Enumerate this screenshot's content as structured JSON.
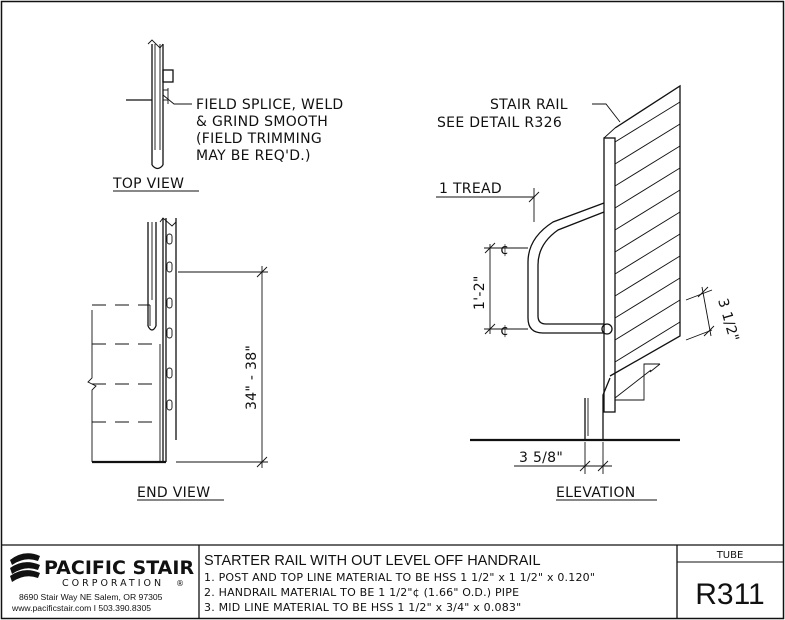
{
  "views": {
    "top_view": "TOP VIEW",
    "end_view": "END VIEW",
    "elevation": "ELEVATION"
  },
  "callouts": {
    "field_splice": [
      "FIELD SPLICE, WELD",
      "& GRIND SMOOTH",
      "(FIELD TRIMMING",
      "MAY BE REQ'D.)"
    ],
    "stair_rail": [
      "STAIR RAIL",
      "SEE DETAIL R326"
    ]
  },
  "dimensions": {
    "rail_height": "34\" - 38\"",
    "one_tread": "1 TREAD",
    "one_two": "1'-2\"",
    "three_half": "3 1/2\"",
    "three_five_eighths": "3 5/8\"",
    "centerline": "¢"
  },
  "title_block": {
    "company_name": "PACIFIC STAIR",
    "company_sub": "CORPORATION",
    "registered": "®",
    "address": "8690 Stair Way NE Salem, OR 97305",
    "contact": "www.pacificstair.com  I  503.390.8305",
    "title": "STARTER RAIL WITH OUT LEVEL OFF HANDRAIL",
    "notes": [
      "1. POST AND TOP LINE MATERIAL TO BE HSS 1 1/2\" x 1 1/2\" x 0.120\"",
      "2. HANDRAIL MATERIAL TO BE 1 1/2\"¢ (1.66\" O.D.) PIPE",
      "3. MID LINE MATERIAL TO BE HSS 1 1/2\" x 3/4\" x 0.083\""
    ],
    "type_label": "TUBE",
    "detail_number": "R311"
  }
}
